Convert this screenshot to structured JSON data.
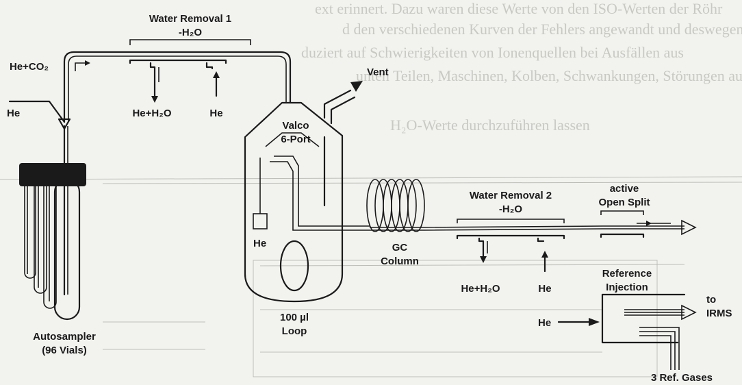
{
  "background_text": {
    "lines": [
      "ext erinnert. Dazu waren diese Werte von den ISO-Werten der Röhr",
      "d den verschiedenen Kurven der Fehlers angewandt und deswegen ein",
      "duziert auf Schwierigkeiten von Ionenquellen bei Ausfällen aus",
      "unten Teilen, Maschinen, Kolben, Schwankungen, Störungen ausgelöst",
      "H₂O-Werte durchzuführen lassen"
    ]
  },
  "labels": {
    "water_removal_1": "Water Removal 1",
    "minus_h2o_1": "-H₂O",
    "he_co2": "He+CO₂",
    "he_inlet": "He",
    "he_h2o_1": "He+H₂O",
    "he_wr1": "He",
    "vent": "Vent",
    "valco": "Valco",
    "six_port": "6-Port",
    "he_valve": "He",
    "loop": "100 µl\nLoop",
    "gc": "GC\nColumn",
    "water_removal_2": "Water Removal 2",
    "minus_h2o_2": "-H₂O",
    "he_h2o_2": "He+H₂O",
    "he_wr2": "He",
    "open_split": "active\nOpen Split",
    "reference_injection": "Reference\nInjection",
    "he_ref": "He",
    "to_irms": "to\nIRMS",
    "ref_gases": "3 Ref. Gases",
    "autosampler": "Autosampler\n(96 Vials)"
  }
}
